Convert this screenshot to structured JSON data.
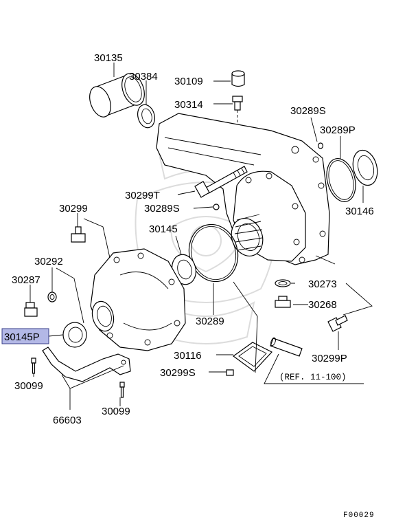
{
  "parts": {
    "p30135": "30135",
    "p30384": "30384",
    "p30109": "30109",
    "p30314": "30314",
    "p30289S_top": "30289S",
    "p30289P": "30289P",
    "p30146": "30146",
    "p30299T": "30299T",
    "p30289S_mid": "30289S",
    "p30299": "30299",
    "p30145": "30145",
    "p30292": "30292",
    "p30287": "30287",
    "p30273": "30273",
    "p30268": "30268",
    "p30289": "30289",
    "p30145P": "30145P",
    "p30116": "30116",
    "p30299P": "30299P",
    "p30099_left": "30099",
    "p30299S": "30299S",
    "ref": "(REF. 11-100)",
    "p66603": "66603",
    "p30099_bottom": "30099"
  },
  "figure_code": "F00029",
  "highlight_color": "#b3b8e6"
}
